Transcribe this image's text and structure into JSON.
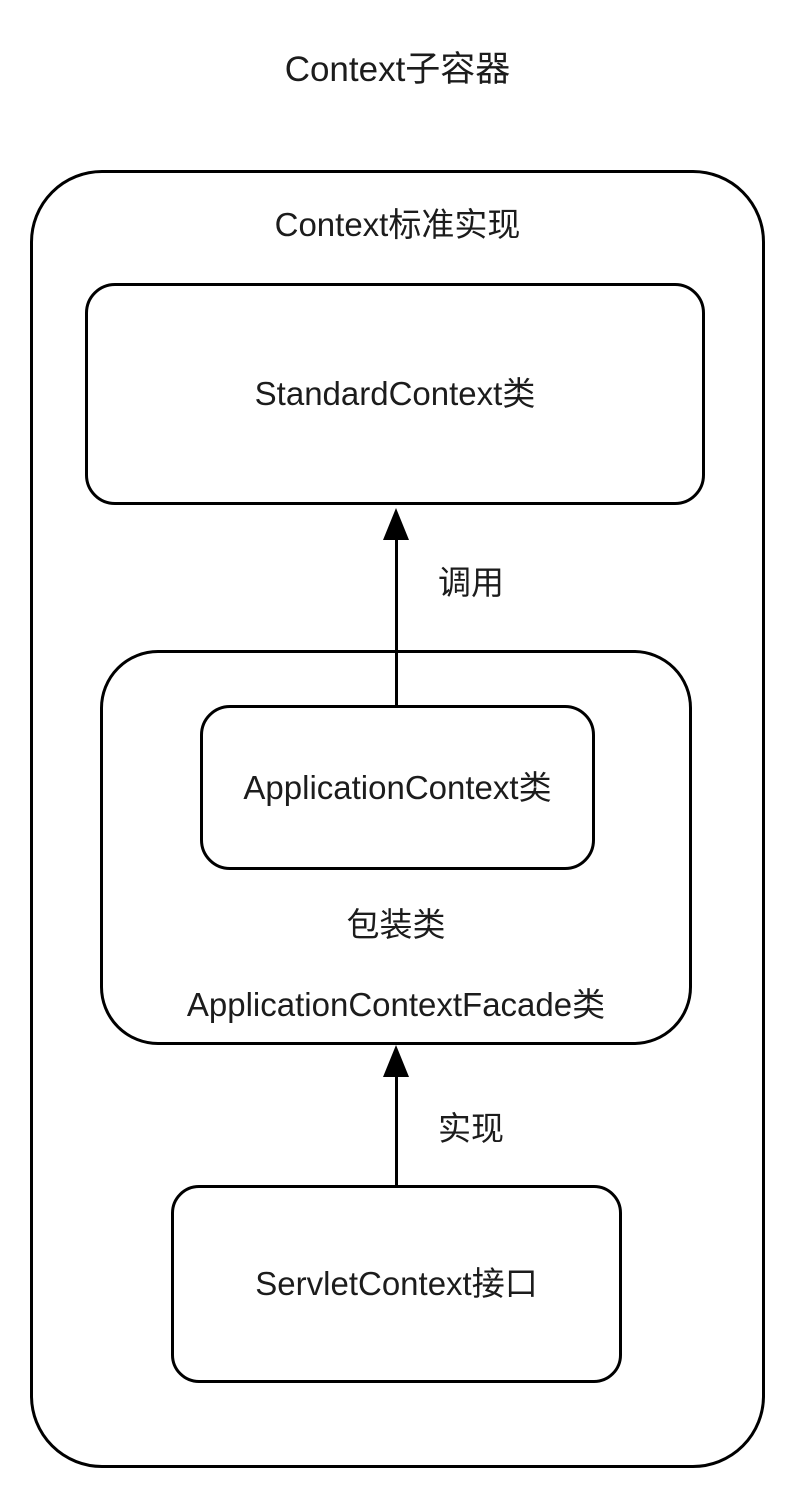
{
  "diagram": {
    "title": "Context子容器",
    "outer_container": {
      "label": "Context标准实现"
    },
    "nodes": {
      "standard_context": "StandardContext类",
      "application_context": "ApplicationContext类",
      "wrapper_note": "包装类",
      "facade": "ApplicationContextFacade类",
      "servlet_context": "ServletContext接口"
    },
    "arrows": {
      "call": "调用",
      "implement": "实现"
    },
    "colors": {
      "stroke": "#000000",
      "text": "#1c1c1c",
      "background": "#ffffff"
    }
  }
}
